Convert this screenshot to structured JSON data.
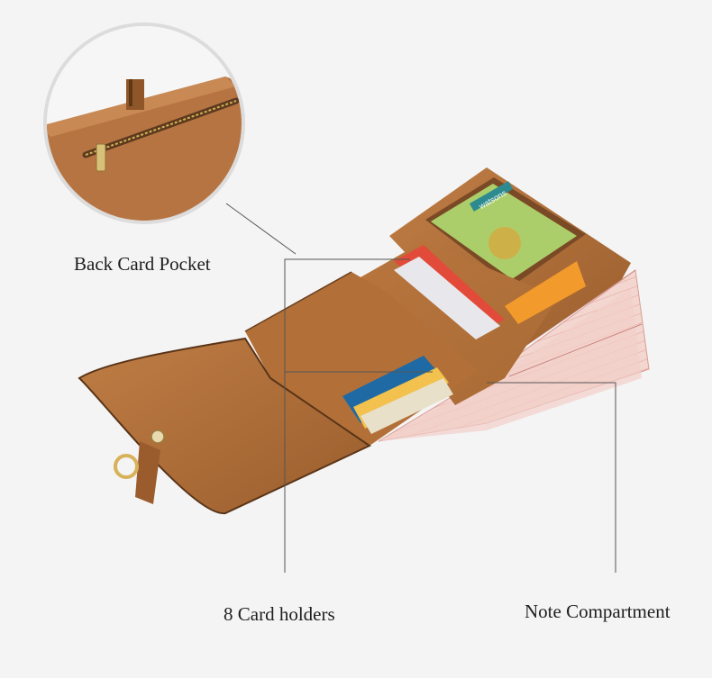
{
  "callouts": {
    "back_pocket": "Back Card Pocket",
    "card_holders": "8 Card holders",
    "note_compartment": "Note Compartment"
  },
  "visible_print": {
    "card_brand": "watsons"
  },
  "colors": {
    "background": "#f4f4f4",
    "leather": "#b0703a",
    "leather_dark": "#7e4a22",
    "banknote": "#f2d4cf",
    "leader_line": "#555555"
  }
}
